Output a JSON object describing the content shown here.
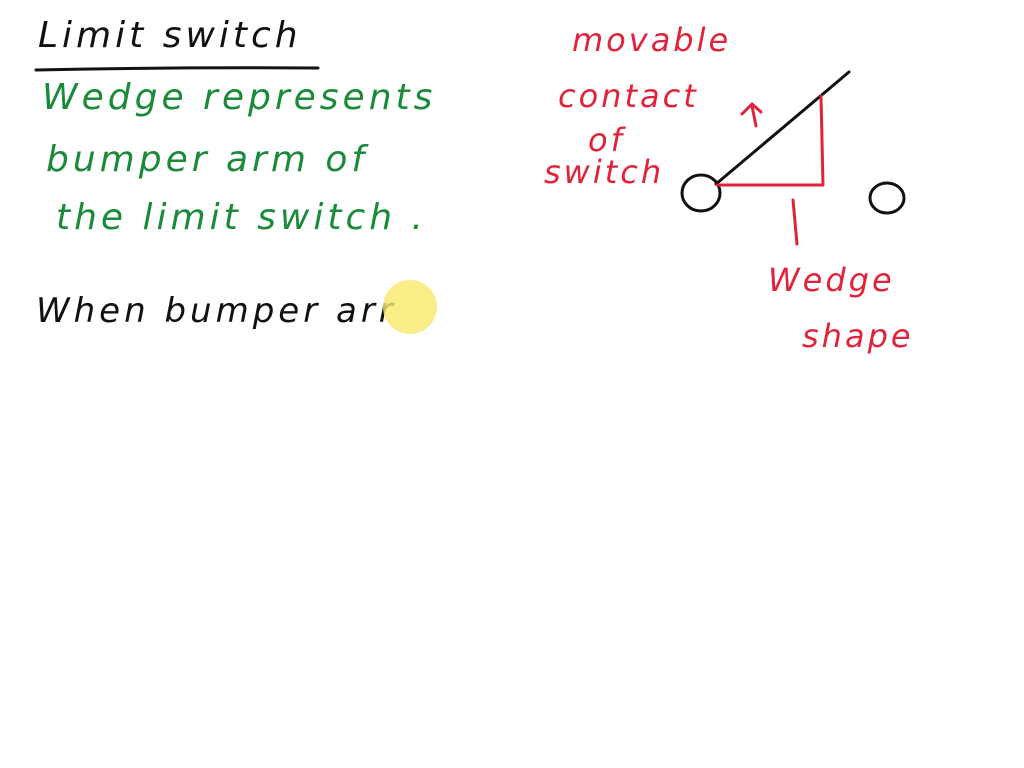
{
  "title": "Limit switch",
  "notes": [
    "Wedge represents",
    "bumper arm of",
    "the limit switch ."
  ],
  "sentence": "When bumper arr",
  "diagram": {
    "movable_contact_label": [
      "movable",
      "contact",
      "of",
      "switch"
    ],
    "wedge_label": [
      "Wedge",
      "shape"
    ]
  },
  "colors": {
    "ink": "#111111",
    "green": "#1b8a3a",
    "red": "#e0233a",
    "pointer_highlight": "#f7e96a"
  },
  "icons": [
    "pointer-highlight"
  ]
}
